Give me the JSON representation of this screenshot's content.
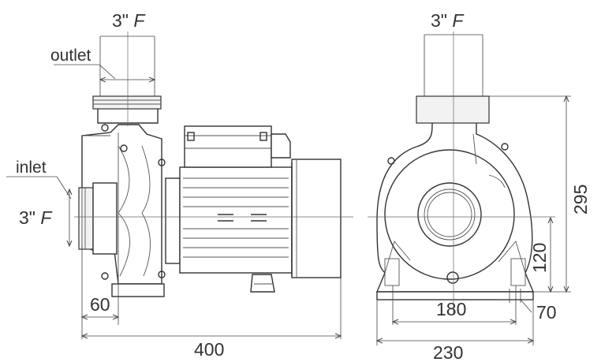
{
  "labels": {
    "outlet_size": "3\"",
    "outlet_size_suffix": "F",
    "outlet": "outlet",
    "inlet": "inlet",
    "inlet_size": "3\"",
    "inlet_size_suffix": "F",
    "side_outlet_size": "3\"",
    "side_outlet_size_suffix": "F"
  },
  "dimensions": {
    "flange_offset": "60",
    "total_length": "400",
    "foot_spacing": "180",
    "total_width": "230",
    "foot_slot": "70",
    "axis_height": "120",
    "total_height": "295"
  }
}
